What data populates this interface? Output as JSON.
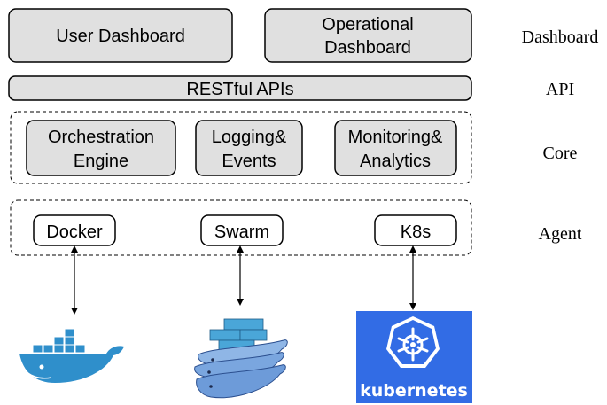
{
  "dashboard_row": {
    "user_dashboard": "User Dashboard",
    "operational_dashboard_line1": "Operational",
    "operational_dashboard_line2": "Dashboard"
  },
  "api_row": {
    "restful_apis": "RESTful APIs"
  },
  "core_row": {
    "orchestration_line1": "Orchestration",
    "orchestration_line2": "Engine",
    "logging_line1": "Logging&",
    "logging_line2": "Events",
    "monitoring_line1": "Monitoring&",
    "monitoring_line2": "Analytics"
  },
  "agent_row": {
    "docker": "Docker",
    "swarm": "Swarm",
    "k8s": "K8s"
  },
  "layer_labels": {
    "dashboard": "Dashboard",
    "api": "API",
    "core": "Core",
    "agent": "Agent"
  },
  "logos": {
    "docker": "docker-whale-icon",
    "swarm": "docker-swarm-icon",
    "kubernetes": "kubernetes-logo",
    "kubernetes_wordmark": "kubernetes"
  },
  "colors": {
    "box_fill": "#e0e0e0",
    "docker_blue": "#2f8fcb",
    "kubernetes_blue": "#326ce5"
  }
}
